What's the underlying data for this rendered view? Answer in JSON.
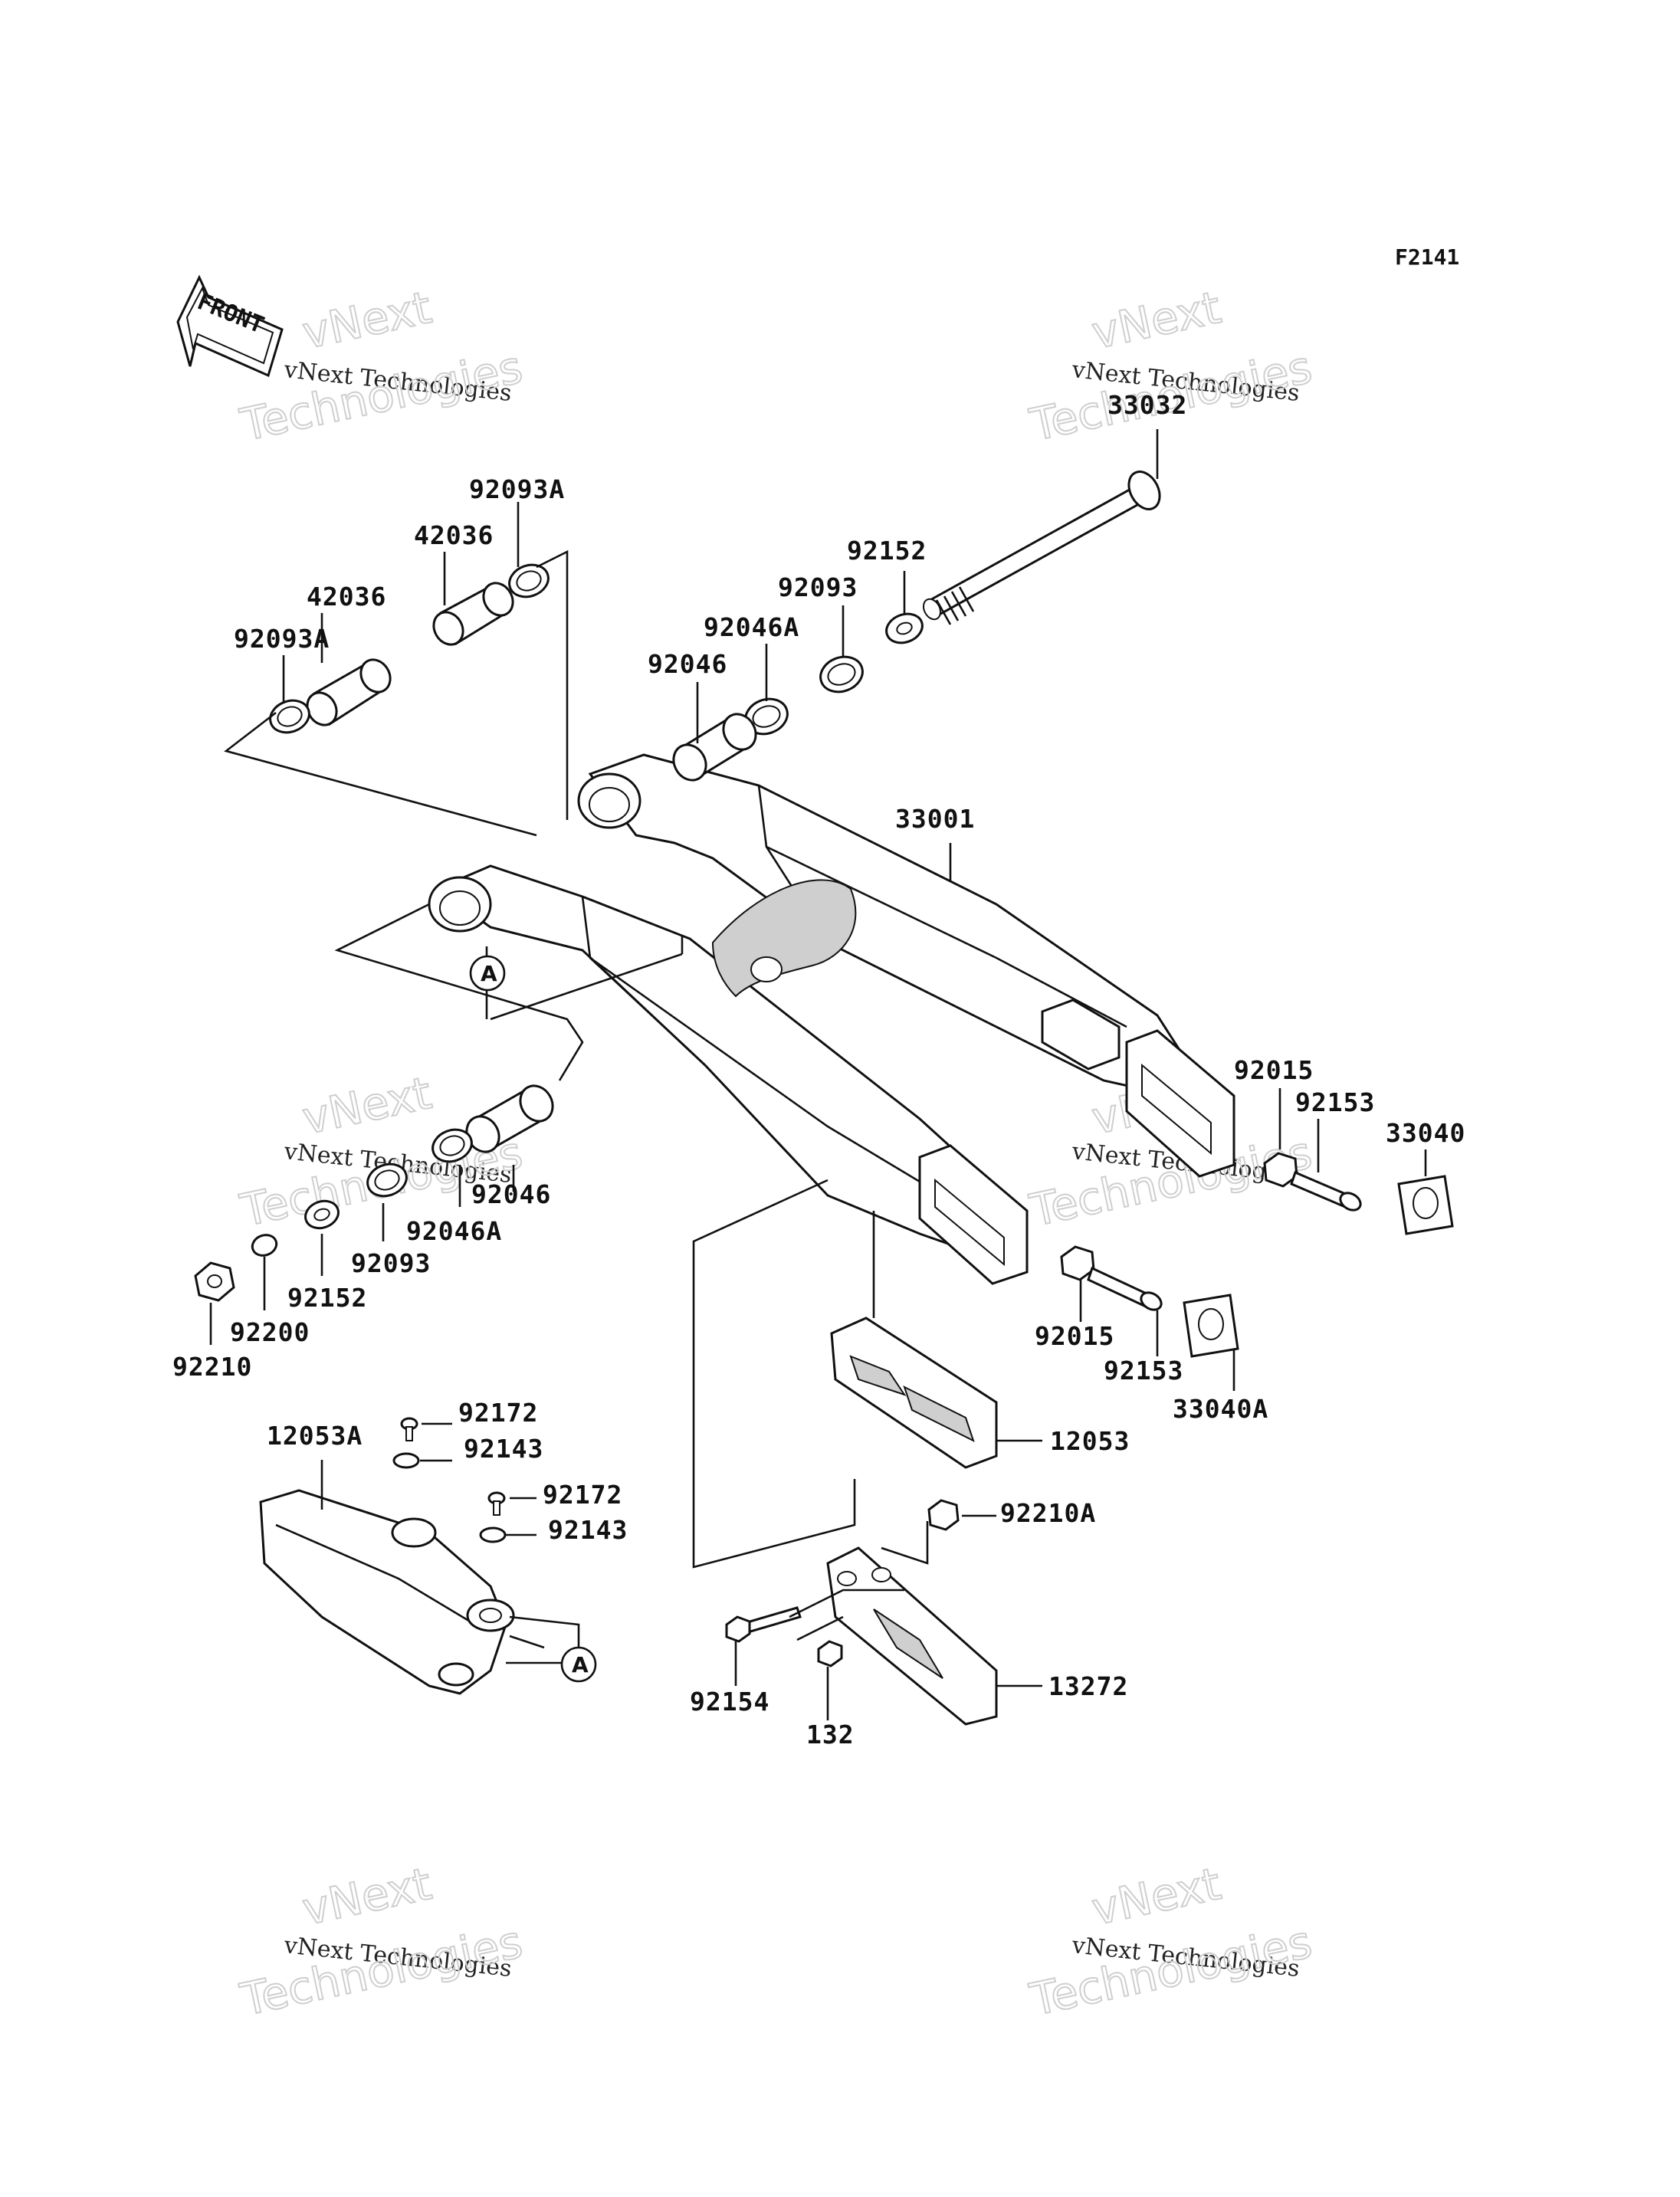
{
  "figure_code": "F2141",
  "front_arrow_text": "FRONT",
  "watermark": {
    "line1": "vNext",
    "line2": "vNext Technologies",
    "line3": "Technologies"
  },
  "callouts": {
    "a": "A"
  },
  "parts": {
    "p33032": "33032",
    "p92093A_top": "92093A",
    "p42036_top": "42036",
    "p42036_left": "42036",
    "p92093A_left": "92093A",
    "p92152_top": "92152",
    "p92093_top": "92093",
    "p92046A_top": "92046A",
    "p92046_top": "92046",
    "p33001": "33001",
    "p92015_right": "92015",
    "p92153_right": "92153",
    "p33040": "33040",
    "p92046_left": "92046",
    "p92046A_left": "92046A",
    "p92093_left": "92093",
    "p92152_left": "92152",
    "p92200": "92200",
    "p92210": "92210",
    "p92015_lower": "92015",
    "p92153_lower": "92153",
    "p33040A": "33040A",
    "p12053": "12053",
    "p92172_a": "92172",
    "p92143_a": "92143",
    "p12053A": "12053A",
    "p92172_b": "92172",
    "p92143_b": "92143",
    "p92210A": "92210A",
    "p13272": "13272",
    "p92154": "92154",
    "p132": "132"
  }
}
